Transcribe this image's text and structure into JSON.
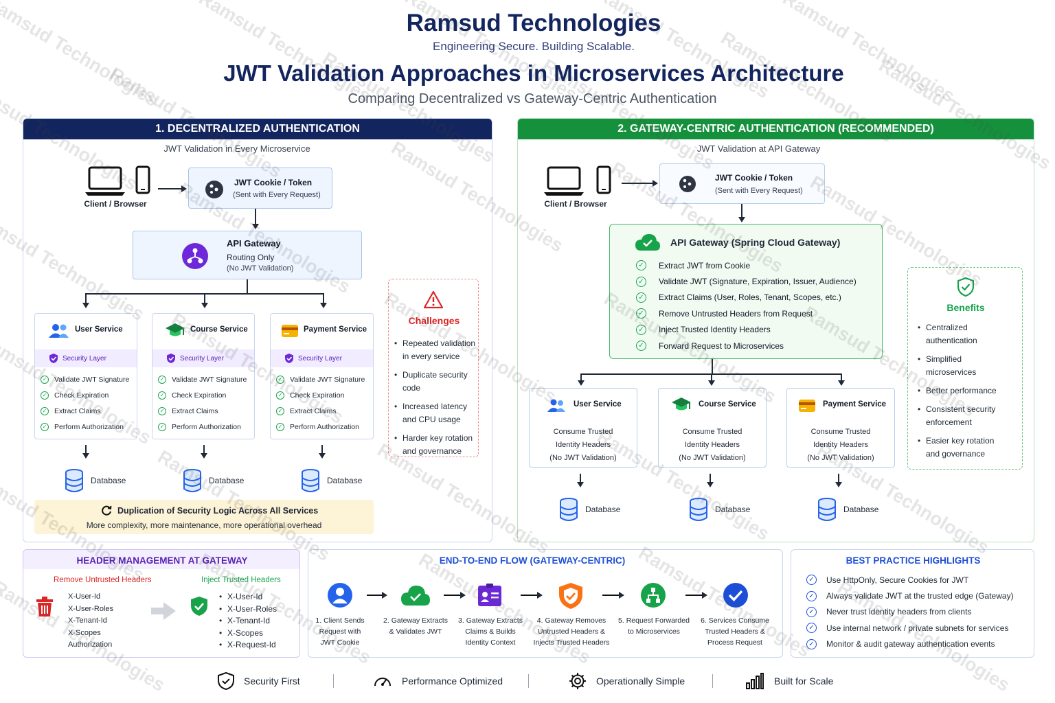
{
  "header": {
    "company": "Ramsud Technologies",
    "tagline": "Engineering Secure. Building Scalable.",
    "title": "JWT Validation Approaches in Microservices Architecture",
    "subtitle": "Comparing Decentralized vs Gateway-Centric Authentication"
  },
  "left": {
    "title": "1. DECENTRALIZED AUTHENTICATION",
    "caption": "JWT Validation in Every Microservice",
    "client_label": "Client / Browser",
    "token_title": "JWT Cookie / Token",
    "token_sub": "(Sent with Every Request)",
    "gateway_title": "API Gateway",
    "gateway_line1": "Routing Only",
    "gateway_line2": "(No JWT Validation)",
    "services": [
      {
        "name": "User Service",
        "security": "Security Layer",
        "checks": [
          "Validate JWT Signature",
          "Check Expiration",
          "Extract Claims",
          "Perform Authorization"
        ],
        "db": "Database"
      },
      {
        "name": "Course Service",
        "security": "Security Layer",
        "checks": [
          "Validate JWT Signature",
          "Check Expiration",
          "Extract Claims",
          "Perform Authorization"
        ],
        "db": "Database"
      },
      {
        "name": "Payment Service",
        "security": "Security Layer",
        "checks": [
          "Validate JWT Signature",
          "Check Expiration",
          "Extract Claims",
          "Perform Authorization"
        ],
        "db": "Database"
      }
    ],
    "challenges_title": "Challenges",
    "challenges": [
      [
        "Repeated validation",
        "in every service"
      ],
      [
        "Duplicate security",
        "code"
      ],
      [
        "Increased latency",
        "and CPU usage"
      ],
      [
        "Harder key rotation",
        "and governance"
      ]
    ],
    "duplication_title": "Duplication of Security Logic Across All Services",
    "duplication_sub": "More complexity, more maintenance, more operational overhead"
  },
  "right": {
    "title": "2. GATEWAY-CENTRIC AUTHENTICATION (RECOMMENDED)",
    "caption": "JWT Validation at API Gateway",
    "client_label": "Client / Browser",
    "token_title": "JWT Cookie / Token",
    "token_sub": "(Sent with Every Request)",
    "gateway_title": "API Gateway (Spring Cloud Gateway)",
    "gateway_items": [
      "Extract JWT from Cookie",
      "Validate JWT (Signature, Expiration, Issuer, Audience)",
      "Extract Claims (User, Roles, Tenant, Scopes, etc.)",
      "Remove Untrusted Headers from Request",
      "Inject Trusted Identity Headers",
      "Forward Request to Microservices"
    ],
    "benefits_title": "Benefits",
    "benefits": [
      [
        "Centralized",
        "authentication"
      ],
      [
        "Simplified",
        "microservices"
      ],
      [
        "Better performance"
      ],
      [
        "Consistent security",
        "enforcement"
      ],
      [
        "Easier key rotation",
        "and governance"
      ]
    ],
    "services": [
      {
        "name": "User Service",
        "lines": [
          "Consume Trusted",
          "Identity Headers",
          "(No JWT Validation)"
        ],
        "db": "Database"
      },
      {
        "name": "Course Service",
        "lines": [
          "Consume Trusted",
          "Identity Headers",
          "(No JWT Validation)"
        ],
        "db": "Database"
      },
      {
        "name": "Payment Service",
        "lines": [
          "Consume Trusted",
          "Identity Headers",
          "(No JWT Validation)"
        ],
        "db": "Database"
      }
    ]
  },
  "headers_mgmt": {
    "title": "HEADER MANAGEMENT AT GATEWAY",
    "remove_title": "Remove Untrusted Headers",
    "remove_list": [
      "X-User-Id",
      "X-User-Roles",
      "X-Tenant-Id",
      "X-Scopes",
      "Authorization"
    ],
    "inject_title": "Inject Trusted Headers",
    "inject_list": [
      "X-User-Id",
      "X-User-Roles",
      "X-Tenant-Id",
      "X-Scopes",
      "X-Request-Id"
    ]
  },
  "flow": {
    "title": "END-TO-END FLOW (GATEWAY-CENTRIC)",
    "steps": [
      [
        "1. Client Sends",
        "Request with",
        "JWT Cookie"
      ],
      [
        "2. Gateway Extracts",
        "& Validates JWT"
      ],
      [
        "3. Gateway Extracts",
        "Claims & Builds",
        "Identity Context"
      ],
      [
        "4. Gateway Removes",
        "Untrusted Headers &",
        "Injects Trusted Headers"
      ],
      [
        "5. Request Forwarded",
        "to Microservices"
      ],
      [
        "6. Services Consume",
        "Trusted Headers &",
        "Process Request"
      ]
    ]
  },
  "best_practices": {
    "title": "BEST PRACTICE HIGHLIGHTS",
    "items": [
      "Use HttpOnly, Secure Cookies for JWT",
      "Always validate JWT at the trusted edge (Gateway)",
      "Never trust identity headers from clients",
      "Use internal network / private subnets for services",
      "Monitor & audit gateway authentication events"
    ]
  },
  "footer": {
    "items": [
      "Security First",
      "Performance Optimized",
      "Operationally Simple",
      "Built for Scale"
    ]
  },
  "watermark": "Ramsud Technologies",
  "colors": {
    "navy": "#13255e",
    "green": "#15913d",
    "purple": "#5b21b6",
    "red": "#dc2626"
  }
}
